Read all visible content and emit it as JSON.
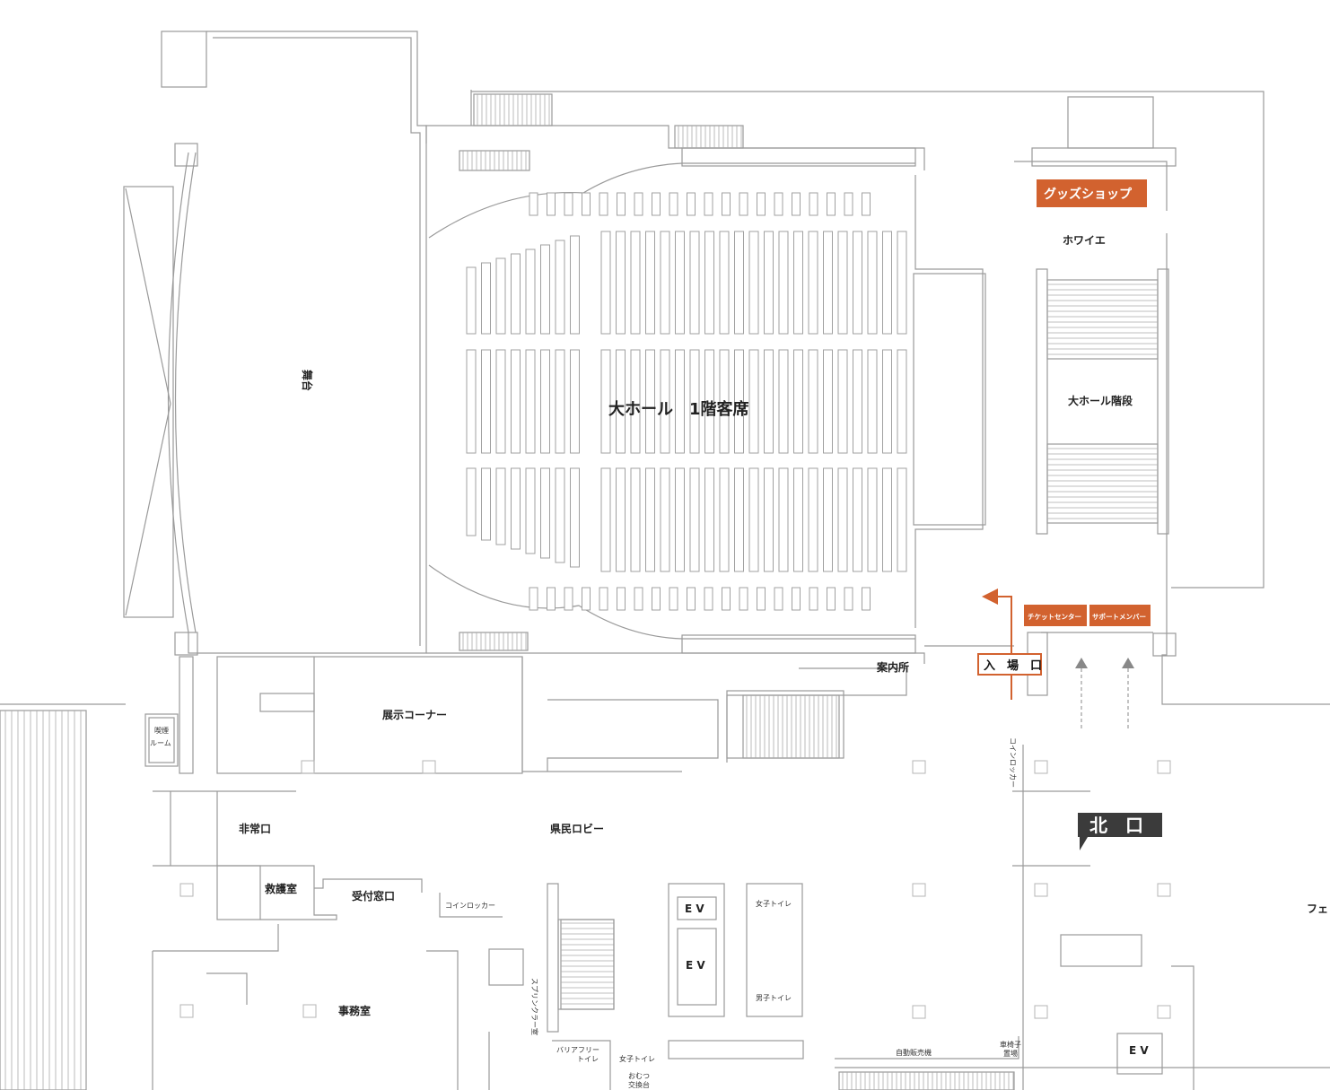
{
  "colors": {
    "accent": "#d2622f",
    "dark_tag": "#3b3b3b",
    "wall": "#9a9a9a"
  },
  "labels": {
    "stage": "舞台",
    "hall_seats": "大ホール　1階客席",
    "goods_shop": "グッズショップ",
    "foyer": "ホワイエ",
    "hall_stairs": "大ホール階段",
    "ticket_center": "チケットセンター",
    "support_member": "サポートメンバー",
    "entrance": "入　場　口",
    "information": "案内所",
    "exhibition": "展示コーナー",
    "smoking_room_1": "喫煙",
    "smoking_room_2": "ルーム",
    "emergency_exit": "非常口",
    "lobby": "県民ロビー",
    "first_aid": "救護室",
    "reception": "受付窓口",
    "coin_locker": "コインロッカー",
    "coin_locker_v": "コインロッカー",
    "north_exit": "北　口",
    "cafe_partial": "フェ",
    "ev1": "E V",
    "ev2": "E V",
    "ev3": "E V",
    "women_toilet": "女子トイレ",
    "men_toilet": "男子トイレ",
    "sprinkler": "スプリンクラー室",
    "office": "事務室",
    "barrier_free_1": "バリアフリー",
    "barrier_free_2": "トイレ",
    "women_toilet_2": "女子トイレ",
    "diaper_1": "おむつ",
    "diaper_2": "交換台",
    "vending": "自動販売機",
    "wheelchair_1": "車椅子",
    "wheelchair_2": "置場"
  }
}
